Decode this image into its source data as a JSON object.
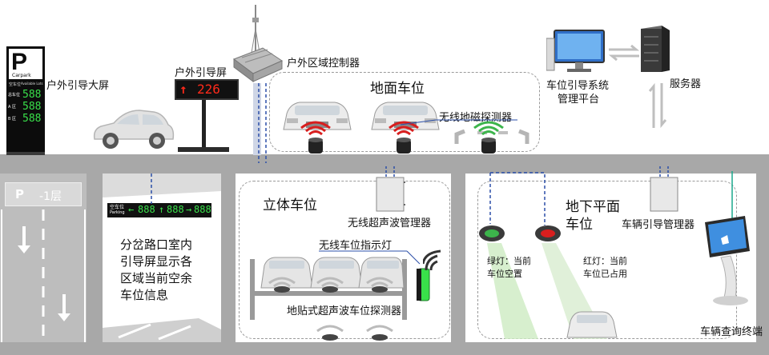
{
  "labels": {
    "outdoor_big_screen": "户外引导大屏",
    "outdoor_screen": "户外引导屏",
    "outdoor_controller": "户外区域控制器",
    "ground_parking": "地面车位",
    "wireless_magnetic_detector": "无线地磁探测器",
    "guidance_platform_line1": "车位引导系统",
    "guidance_platform_line2": "管理平台",
    "server": "服务器",
    "stereo_parking": "立体车位",
    "wireless_ultrasonic_manager": "无线超声波管理器",
    "wireless_indicator_light": "无线车位指示灯",
    "floor_ultrasonic_detector": "地贴式超声波车位探测器",
    "underground_parking_line1": "地下平面",
    "underground_parking_line2": "车位",
    "vehicle_guidance_manager": "车辆引导管理器",
    "green_light_line1": "绿灯：当前",
    "green_light_line2": "车位空置",
    "red_light_line1": "红灯：当前",
    "red_light_line2": "车位已占用",
    "vehicle_query_terminal": "车辆查询终端",
    "indoor_screen_line1": "分岔路口室内",
    "indoor_screen_line2": "引导屏显示各",
    "indoor_screen_line3": "区域当前空余",
    "indoor_screen_line4": "车位信息"
  },
  "big_screen": {
    "logo": "P",
    "brand": "Carpark",
    "sub_left": "空车位",
    "sub_right": "Available Lots",
    "total_label": "总车位",
    "total_value": "588",
    "row_a_label": "A 区",
    "row_a_value": "588",
    "row_b_label": "B 区",
    "row_b_value": "588"
  },
  "outdoor_screen": {
    "arrow": "↑",
    "value": "226"
  },
  "level_sign": {
    "p": "P",
    "level": "-1层"
  },
  "indoor_screen": {
    "title_top": "空车位",
    "title_bottom": "Parking",
    "arrow_left": "←",
    "value_left": "888",
    "arrow_up": "↑",
    "value_mid": "888",
    "arrow_right": "→",
    "value_right": "888"
  },
  "colors": {
    "structure": "#a8a8a8",
    "led_red": "#ff2a1a",
    "led_green": "#39e04a",
    "signal_red": "#d81e1e",
    "signal_green": "#3cb44b",
    "cable_blue": "#2b4fa8",
    "cable_teal": "#1aa88c"
  },
  "icons": [
    "parking-sign-icon",
    "car-icon",
    "radio-tower-icon",
    "controller-icon",
    "monitor-icon",
    "server-icon",
    "detector-icon",
    "wifi-signal-icon",
    "kiosk-icon",
    "down-arrow-icon"
  ]
}
